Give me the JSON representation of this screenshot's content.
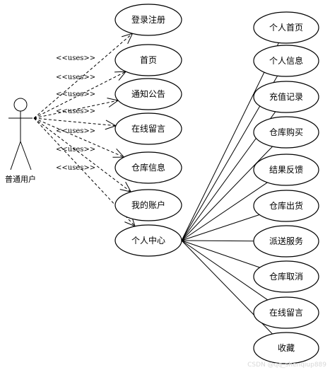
{
  "actor": {
    "name": "普通用户"
  },
  "stereotype": "<<uses>>",
  "left_use_cases": [
    "登录注册",
    "首页",
    "通知公告",
    "在线留言",
    "仓库信息",
    "我的账户",
    "个人中心"
  ],
  "sub_use_cases": [
    "个人首页",
    "个人信息",
    "充值记录",
    "仓库购买",
    "结果反馈",
    "仓库出货",
    "派送服务",
    "仓库取消",
    "在线留言",
    "收藏"
  ],
  "watermark": "CSDN @qq_shenqiup889"
}
